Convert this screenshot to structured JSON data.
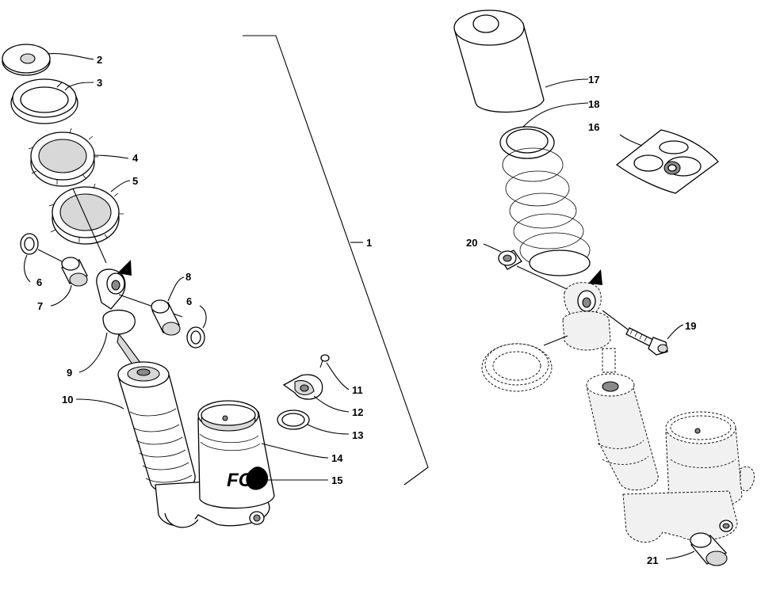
{
  "diagram": {
    "callouts": [
      {
        "id": "c2",
        "label": "2"
      },
      {
        "id": "c3",
        "label": "3"
      },
      {
        "id": "c4",
        "label": "4"
      },
      {
        "id": "c5",
        "label": "5"
      },
      {
        "id": "c1",
        "label": "1"
      },
      {
        "id": "c6a",
        "label": "6"
      },
      {
        "id": "c7",
        "label": "7"
      },
      {
        "id": "c8",
        "label": "8"
      },
      {
        "id": "c6b",
        "label": "6"
      },
      {
        "id": "c9",
        "label": "9"
      },
      {
        "id": "c10",
        "label": "10"
      },
      {
        "id": "c11",
        "label": "11"
      },
      {
        "id": "c12",
        "label": "12"
      },
      {
        "id": "c13",
        "label": "13"
      },
      {
        "id": "c14",
        "label": "14"
      },
      {
        "id": "c15",
        "label": "15"
      },
      {
        "id": "c17",
        "label": "17"
      },
      {
        "id": "c18",
        "label": "18"
      },
      {
        "id": "c16",
        "label": "16"
      },
      {
        "id": "c20",
        "label": "20"
      },
      {
        "id": "c19",
        "label": "19"
      },
      {
        "id": "c21",
        "label": "21"
      }
    ],
    "logo_text": "FOX",
    "colors": {
      "line": "#000000",
      "background": "#ffffff",
      "shade": "#d8d8d8"
    }
  }
}
